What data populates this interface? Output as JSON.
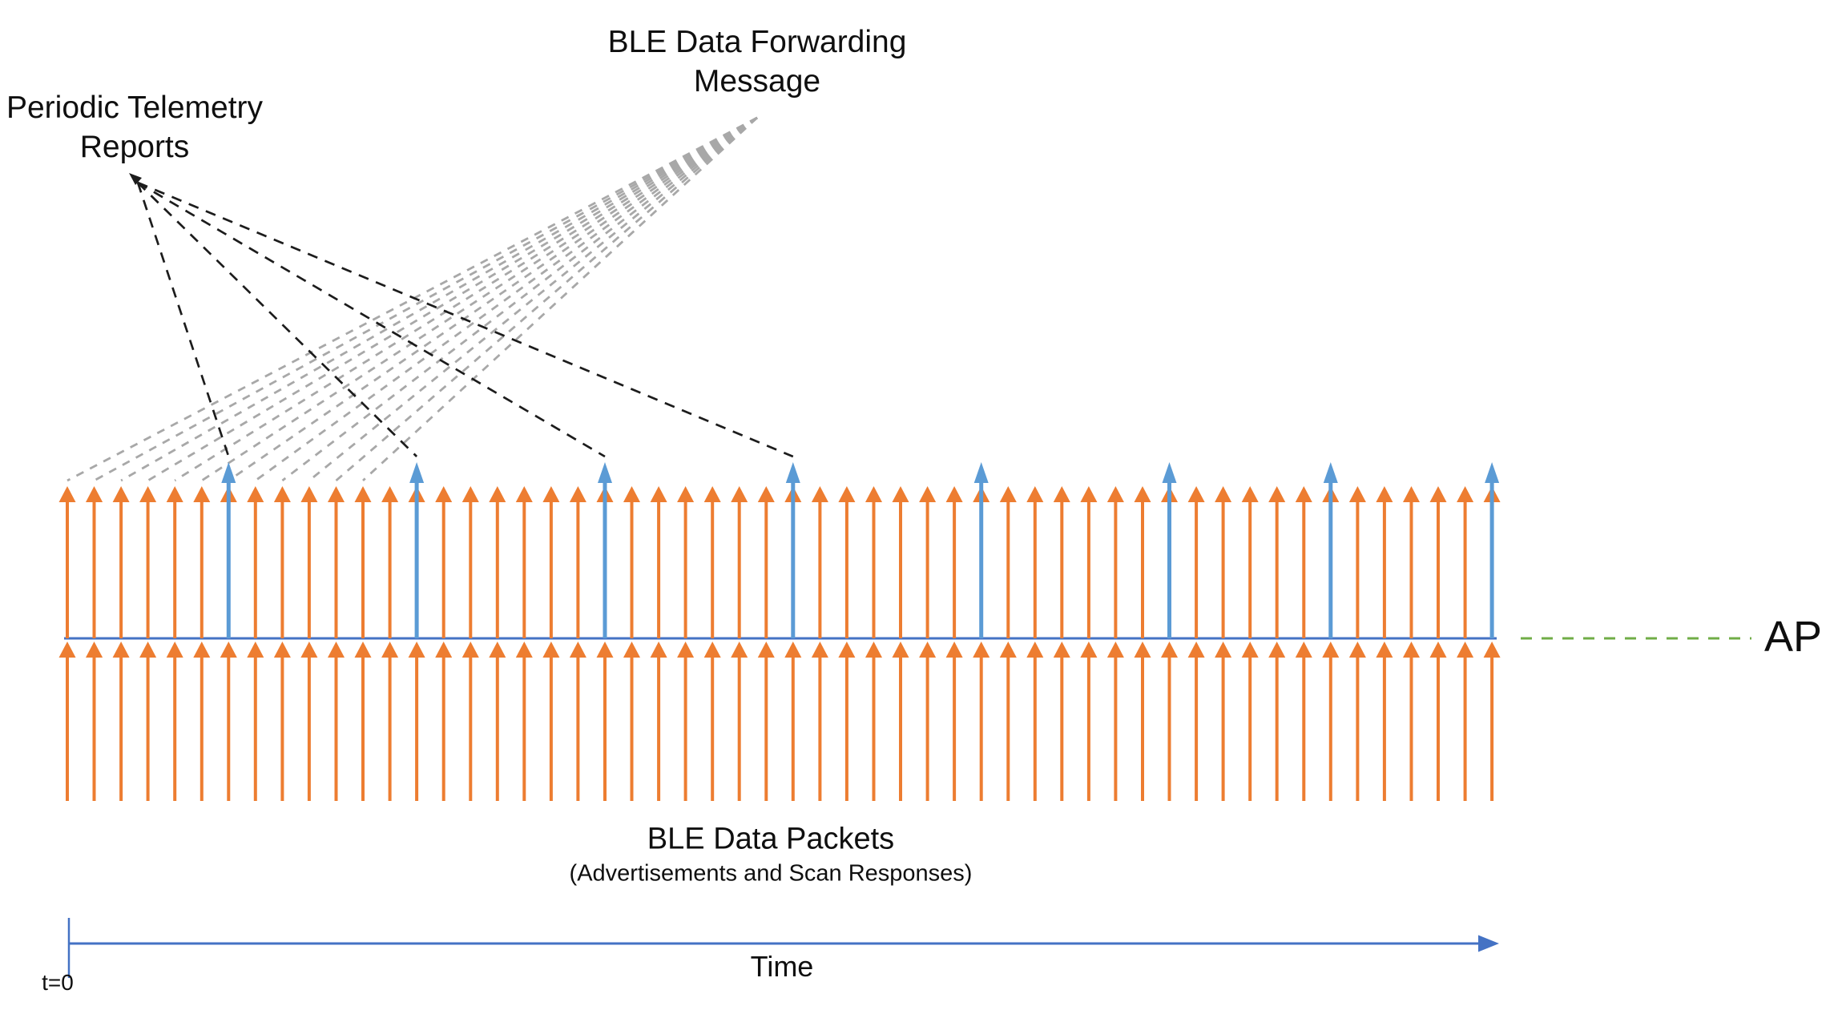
{
  "diagram": {
    "labels": {
      "periodic_line1": "Periodic Telemetry",
      "periodic_line2": "Reports",
      "forwarding_line1": "BLE Data Forwarding",
      "forwarding_line2": "Message",
      "band_title": "BLE Data Packets",
      "band_subtitle": "(Advertisements and Scan Responses)",
      "time_axis": "Time",
      "time_origin": "t=0",
      "ap": "AP"
    },
    "colors": {
      "packet_orange": "#ED7D31",
      "telemetry_blue": "#5B9BD5",
      "ap_line_blue": "#4472C4",
      "axis_blue": "#4472C4",
      "ap_link_green": "#70AD47",
      "forwarding_gray": "#A8A8A8",
      "callout_black": "#1C1C1C"
    },
    "packets": {
      "column_count": 54,
      "telemetry_report_indices": [
        6,
        13,
        20,
        27,
        34,
        41,
        47,
        53
      ],
      "forwarded_packet_indices": [
        0,
        1,
        2,
        3,
        4,
        5,
        6,
        7,
        8,
        9,
        10,
        11
      ],
      "callout_target_indices": [
        6,
        13,
        20,
        27
      ]
    }
  }
}
